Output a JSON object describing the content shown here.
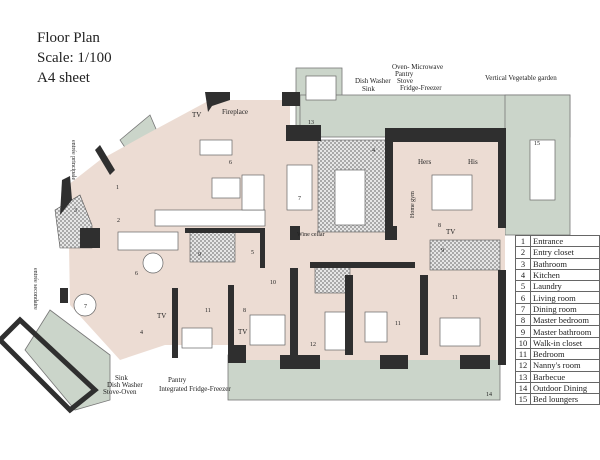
{
  "title": {
    "line1": "Floor Plan",
    "line2": "Scale: 1/100",
    "line3": "A4 sheet"
  },
  "labels": {
    "tv": "TV",
    "fireplace": "Fireplace",
    "dish_washer": "Dish Washer",
    "sink": "Sink",
    "oven_microwave": "Oven- Microwave",
    "pantry": "Pantry",
    "stove": "Stove",
    "fridge_freezer": "Fridge-Freezer",
    "vertical_garden": "Vertical Vegetable garden",
    "hers": "Hers",
    "his": "His",
    "home_gym": "Home gym",
    "wine_cellar": "Wine cellar",
    "main_entrance": "entrée principale",
    "secondary_entrance": "entrée secondaire",
    "sink_bottom": "Sink",
    "dish_washer_bottom": "Dish Washer",
    "stove_oven": "Stove-Oven",
    "pantry_bottom": "Pantry",
    "integrated_fridge": "Integrated Fridge-Freezer"
  },
  "colors": {
    "floor": "#ecdcd3",
    "wall": "#2f2f2f",
    "outdoor": "#cbd5ca",
    "tile": "#c9c9c9"
  },
  "legend": [
    {
      "num": "1",
      "name": "Entrance"
    },
    {
      "num": "2",
      "name": "Entry closet"
    },
    {
      "num": "3",
      "name": "Bathroom"
    },
    {
      "num": "4",
      "name": "Kitchen"
    },
    {
      "num": "5",
      "name": "Laundry"
    },
    {
      "num": "6",
      "name": "Living room"
    },
    {
      "num": "7",
      "name": "Dining room"
    },
    {
      "num": "8",
      "name": "Master bedroom"
    },
    {
      "num": "9",
      "name": "Master bathroom"
    },
    {
      "num": "10",
      "name": "Walk-in closet"
    },
    {
      "num": "11",
      "name": "Bedroom"
    },
    {
      "num": "12",
      "name": "Nanny's room"
    },
    {
      "num": "13",
      "name": "Barbecue"
    },
    {
      "num": "14",
      "name": "Outdoor Dining"
    },
    {
      "num": "15",
      "name": "Bed loungers"
    }
  ]
}
